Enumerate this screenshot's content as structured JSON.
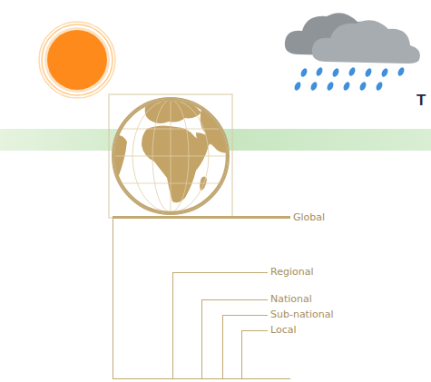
{
  "diagram": {
    "nodes": [
      {
        "text": [
          "Global"
        ]
      },
      {
        "text": [
          "Regional"
        ],
        "in": 0
      },
      {
        "text": [
          "National"
        ],
        "in": 1
      },
      {
        "text": [
          "Sub-national"
        ],
        "in": 2
      },
      {
        "text": [
          "Local"
        ],
        "in": 3
      }
    ],
    "labels": [
      "T"
    ]
  }
}
